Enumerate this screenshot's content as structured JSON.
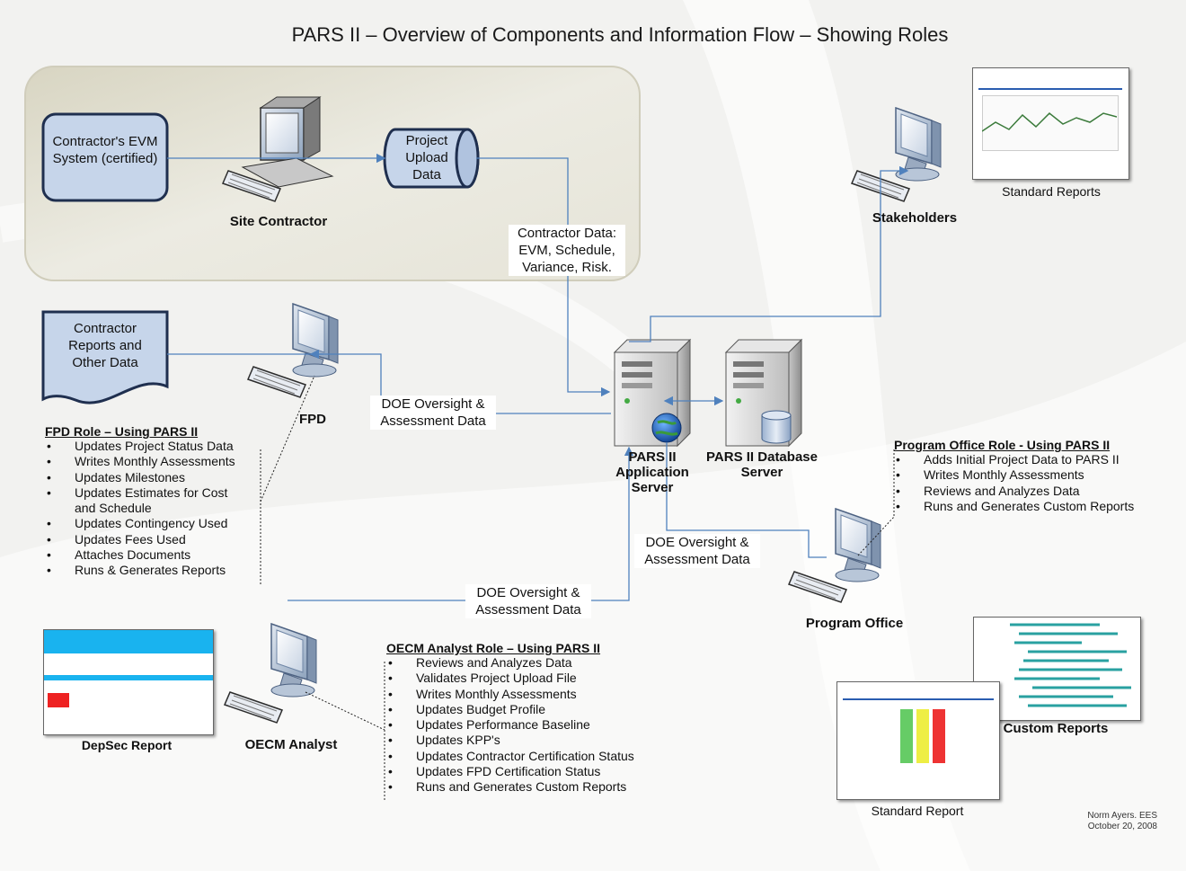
{
  "title": "PARS II – Overview of Components and Information Flow – Showing Roles",
  "nodes": {
    "contractor_evm": "Contractor's EVM System (certified)",
    "site_contractor": "Site Contractor",
    "project_upload": "Project Upload Data",
    "contractor_reports": "Contractor Reports and Other Data",
    "fpd": "FPD",
    "stakeholders": "Stakeholders",
    "standard_reports": "Standard Reports",
    "app_server": "PARS II Application Server",
    "db_server": "PARS II Database Server",
    "program_office": "Program Office",
    "custom_reports": "Custom Reports",
    "standard_report": "Standard Report",
    "oecm_analyst": "OECM Analyst",
    "depsec_report": "DepSec Report"
  },
  "flows": {
    "contractor_data": "Contractor Data: EVM, Schedule, Variance, Risk.",
    "doe_oversight_fpd": "DOE Oversight & Assessment Data",
    "doe_oversight_program": "DOE Oversight & Assessment Data",
    "doe_oversight_oecm": "DOE Oversight & Assessment Data"
  },
  "roles": {
    "fpd": {
      "title": "FPD Role – Using PARS II",
      "items": [
        "Updates Project Status Data",
        "Writes Monthly Assessments",
        "Updates Milestones",
        "Updates Estimates for Cost and Schedule",
        "Updates Contingency Used",
        "Updates Fees Used",
        "Attaches Documents",
        "Runs & Generates Reports"
      ]
    },
    "program_office": {
      "title": "Program Office Role - Using PARS II",
      "items": [
        "Adds Initial Project Data to PARS II",
        "Writes Monthly Assessments",
        "Reviews and Analyzes Data",
        "Runs and Generates Custom Reports"
      ]
    },
    "oecm": {
      "title": "OECM Analyst Role – Using PARS II",
      "items": [
        "Reviews and Analyzes Data",
        "Validates Project Upload File",
        "Writes Monthly Assessments",
        "Updates Budget Profile",
        "Updates Performance Baseline",
        "Updates KPP's",
        "Updates Contractor Certification Status",
        "Updates FPD Certification Status",
        "Runs and Generates Custom Reports"
      ]
    }
  },
  "credit": "Norm Ayers. EES October 20, 2008",
  "colors": {
    "flow_line": "#4f81bd",
    "shape_fill": "#c6d5ea",
    "shape_border": "#1f2f4f",
    "site_panel": "#e4e2d4"
  },
  "icons": [
    "computer-monitor-icon",
    "keyboard-icon",
    "server-tower-icon",
    "globe-icon",
    "database-cylinder-icon",
    "report-thumbnail-icon"
  ]
}
